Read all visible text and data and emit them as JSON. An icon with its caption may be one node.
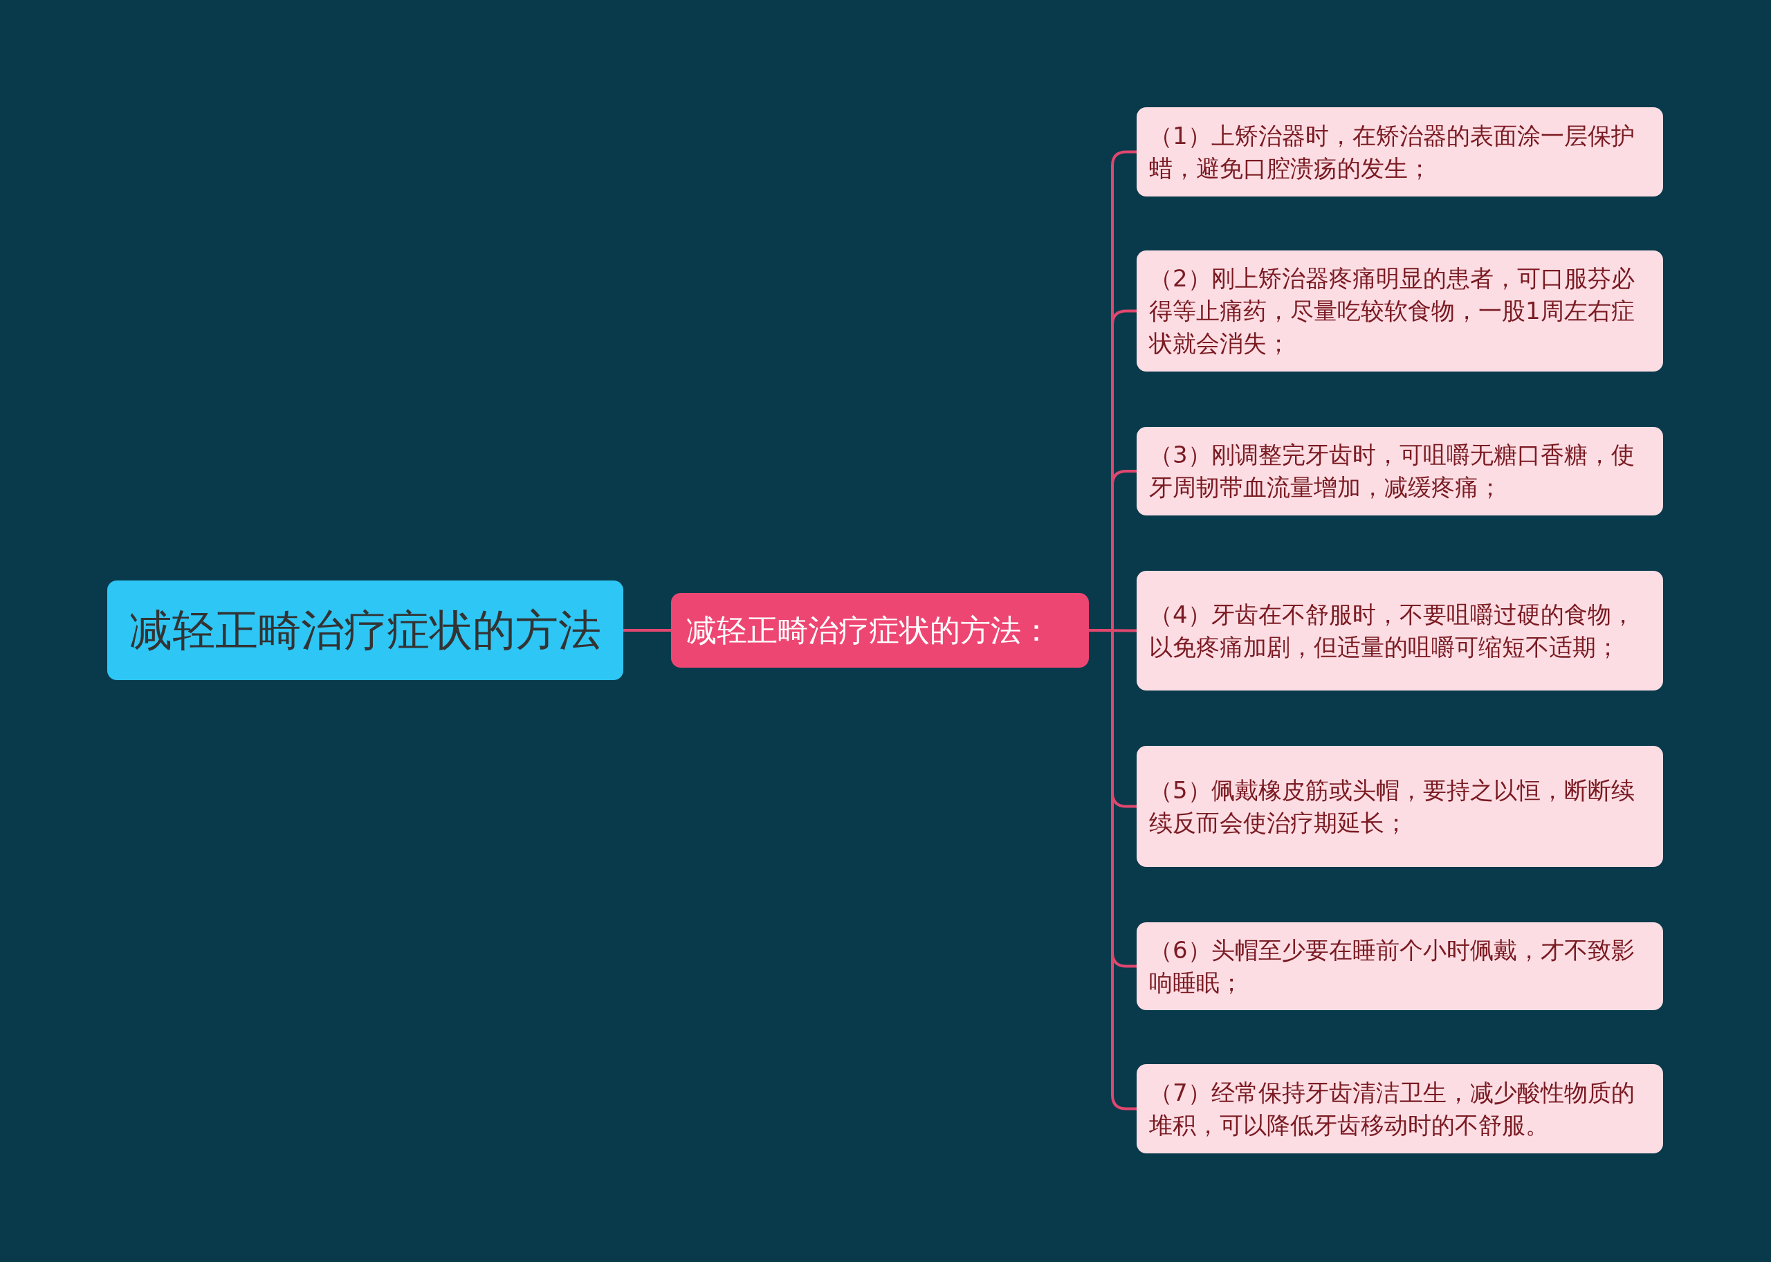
{
  "diagram": {
    "nodes": [
      {
        "text": [
          "减轻正畸治疗症状的方法"
        ]
      },
      {
        "text": [
          "减轻正畸治疗症状的方法："
        ]
      },
      {
        "text": [
          "（1）上矫治器时，在矫治器的表面涂一层保护蜡，避免口腔溃疡的发生；"
        ]
      },
      {
        "text": [
          "（2）刚上矫治器疼痛明显的患者，可口服芬必得等止痛药，尽量吃较软食物，一股1周左右症状就会消失；"
        ]
      },
      {
        "text": [
          "（3）刚调整完牙齿时，可咀嚼无糖口香糖，使牙周韧带血流量增加，减缓疼痛；"
        ]
      },
      {
        "text": [
          "（4）牙齿在不舒服时，不要咀嚼过硬的食物，以免疼痛加剧，但适量的咀嚼可缩短不适期；"
        ]
      },
      {
        "text": [
          "（5）佩戴橡皮筋或头帽，要持之以恒，断断续续反而会使治疗期延长；"
        ]
      },
      {
        "text": [
          "（6）头帽至少要在睡前个小时佩戴，才不致影响睡眠；"
        ]
      },
      {
        "text": [
          "（7）经常保持牙齿清洁卫生，减少酸性物质的堆积，可以降低牙齿移动时的不舒服。"
        ]
      }
    ],
    "edges": [
      {
        "from": 0,
        "to": 1,
        "arrow": "none"
      },
      {
        "from": 1,
        "to": 2,
        "arrow": "none"
      },
      {
        "from": 1,
        "to": 3,
        "arrow": "none"
      },
      {
        "from": 1,
        "to": 4,
        "arrow": "none"
      },
      {
        "from": 1,
        "to": 5,
        "arrow": "none"
      },
      {
        "from": 1,
        "to": 6,
        "arrow": "none"
      },
      {
        "from": 1,
        "to": 7,
        "arrow": "none"
      },
      {
        "from": 1,
        "to": 8,
        "arrow": "none"
      }
    ]
  }
}
